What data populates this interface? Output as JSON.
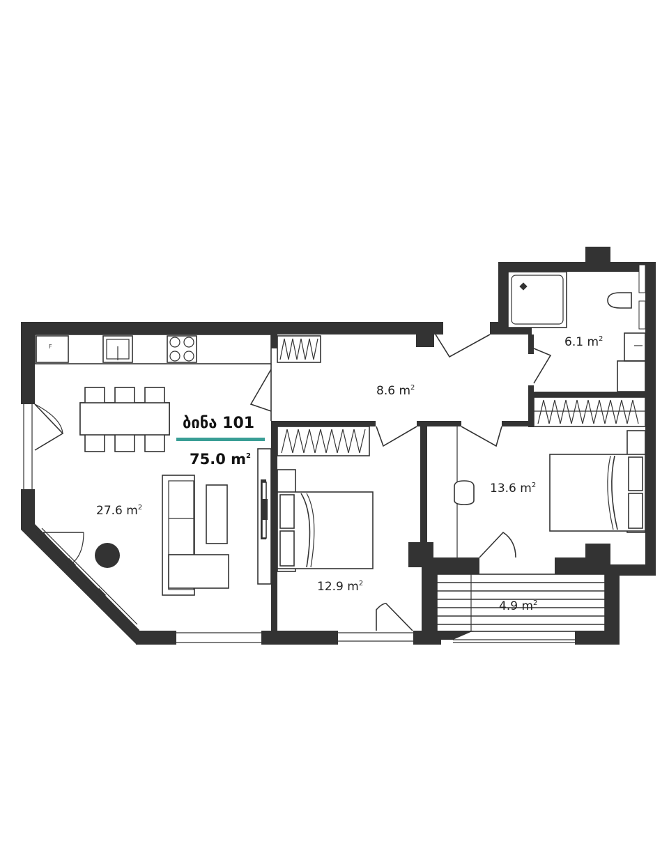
{
  "plan": {
    "apartment_label": "ბინა 101",
    "total_area": "75.0 m",
    "total_area_sup": "2",
    "accent_color": "#3a9e96",
    "wall_color": "#333333",
    "rooms": [
      {
        "id": "living-kitchen",
        "value": "27.6 m",
        "sup": "2"
      },
      {
        "id": "hallway",
        "value": "8.6 m",
        "sup": "2"
      },
      {
        "id": "bathroom",
        "value": "6.1 m",
        "sup": "2"
      },
      {
        "id": "bedroom-1",
        "value": "12.9 m",
        "sup": "2"
      },
      {
        "id": "bedroom-2",
        "value": "13.6 m",
        "sup": "2"
      },
      {
        "id": "balcony",
        "value": "4.9 m",
        "sup": "2"
      }
    ]
  }
}
